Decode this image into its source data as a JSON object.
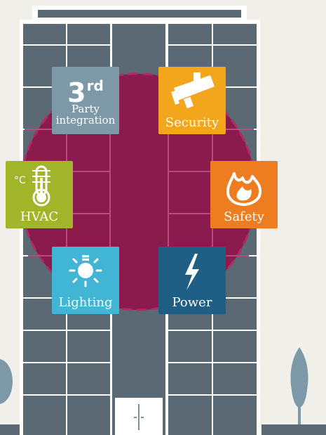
{
  "tiles": {
    "third_party": {
      "headline": "3",
      "headline_sup": "rd",
      "line1": "Party",
      "line2": "integration",
      "color": "#7d99a8"
    },
    "security": {
      "label": "Security",
      "color": "#f3a51c"
    },
    "hvac": {
      "label": "HVAC",
      "color": "#a0b52a",
      "unit": "°C"
    },
    "safety": {
      "label": "Safety",
      "color": "#ee7d22"
    },
    "lighting": {
      "label": "Lighting",
      "color": "#41b5d4"
    },
    "power": {
      "label": "Power",
      "color": "#1f5f86"
    }
  },
  "colors": {
    "background": "#f0efea",
    "building": "#5a6974",
    "building_frame": "#ffffff",
    "hub_circle": "#8b1a4d",
    "tree": "#7d99a8",
    "ground": "#5a6974"
  }
}
